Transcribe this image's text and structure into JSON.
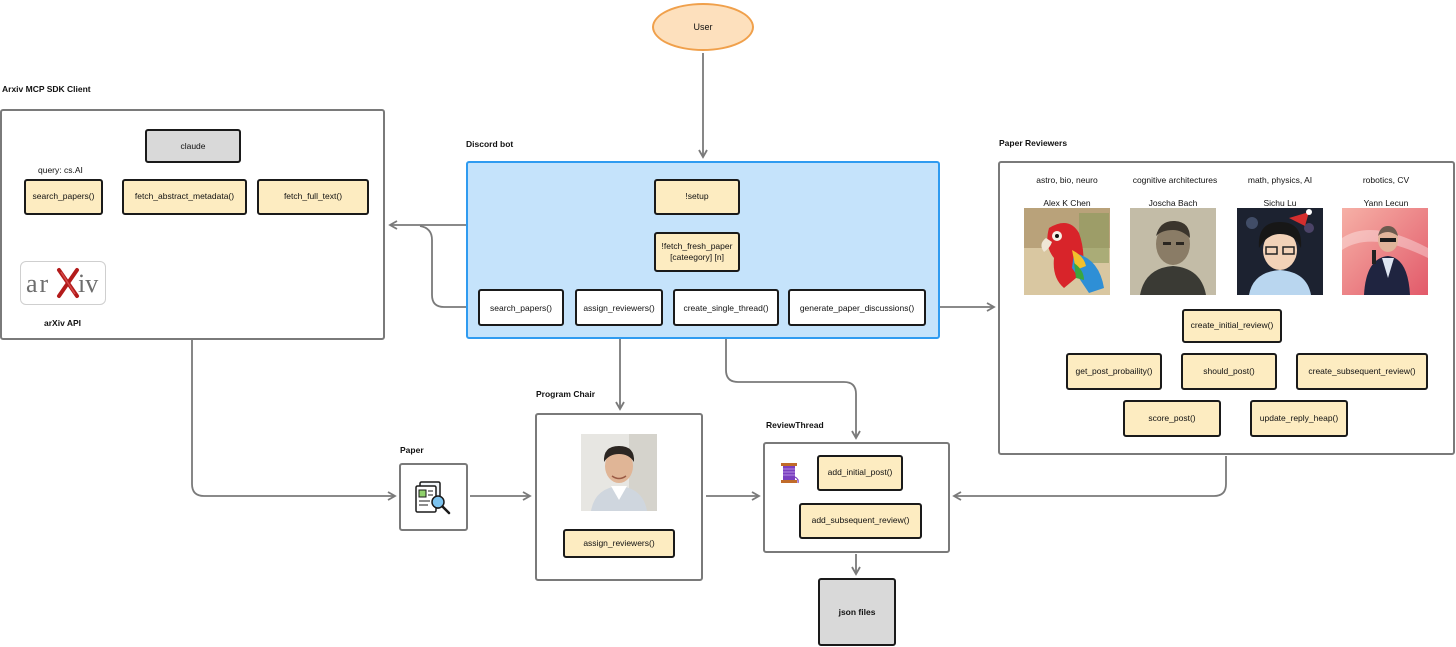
{
  "user": {
    "label": "User"
  },
  "arxiv_client": {
    "title": "Arxiv MCP SDK Client",
    "claude_label": "claude",
    "query_label": "query: cs.AI",
    "functions": [
      "search_papers()",
      "fetch_abstract_metadata()",
      "fetch_full_text()"
    ],
    "arxiv_api_label": "arXiv API",
    "logo_text": "arXiv"
  },
  "discord_bot": {
    "title": "Discord bot",
    "setup_label": "!setup",
    "fetch_label_line1": "!fetch_fresh_paper",
    "fetch_label_line2": "[cateegory] [n]",
    "pipeline": [
      "search_papers()",
      "assign_reviewers()",
      "create_single_thread()",
      "generate_paper_discussions()"
    ]
  },
  "paper_reviewers": {
    "title": "Paper Reviewers",
    "reviewers": [
      {
        "topics": "astro, bio, neuro",
        "name": "Alex K Chen"
      },
      {
        "topics": "cognitive architectures",
        "name": "Joscha Bach"
      },
      {
        "topics": "math, physics, AI",
        "name": "Sichu Lu"
      },
      {
        "topics": "robotics, CV",
        "name": "Yann Lecun"
      }
    ],
    "functions": {
      "create_initial_review": "create_initial_review()",
      "get_post_probaility": "get_post_probaility()",
      "should_post": "should_post()",
      "create_subsequent_review": "create_subsequent_review()",
      "score_post": "score_post()",
      "update_reply_heap": "update_reply_heap()"
    }
  },
  "paper": {
    "title": "Paper"
  },
  "program_chair": {
    "title": "Program Chair",
    "function": "assign_reviewers()"
  },
  "review_thread": {
    "title": "ReviewThread",
    "functions": [
      "add_initial_post()",
      "add_subsequent_review()"
    ]
  },
  "json_files": {
    "label": "json files"
  },
  "colors": {
    "function_fill": "#fdecc1",
    "discord_fill": "#c5e3fb",
    "discord_border": "#2f9bf0",
    "user_fill": "#fde0bd",
    "user_border": "#f0a04b",
    "grey_box": "#d9d9d9",
    "arrow": "#7a7a7a"
  }
}
